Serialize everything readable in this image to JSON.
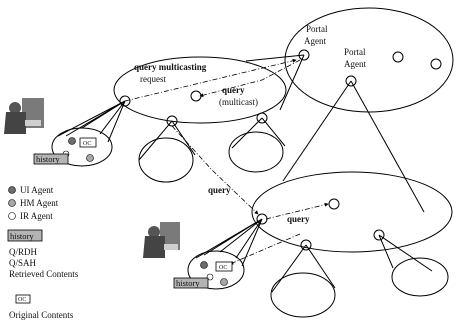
{
  "labels": {
    "portal_agent_1": "Portal",
    "portal_agent_1b": "Agent",
    "portal_agent_2": "Portal",
    "portal_agent_2b": "Agent",
    "query_multicasting": "query multicasting",
    "request": "request",
    "query_multicast": "query",
    "multicast": "(multicast)",
    "query_left": "query",
    "query_lower": "query",
    "oc_box_top": "OC",
    "oc_box_bottom": "OC",
    "history_top": "history",
    "history_bottom": "history"
  },
  "legend": {
    "ui_agent": "UI Agent",
    "hm_agent": "HM Agent",
    "ir_agent": "IR Agent",
    "history_box": "history",
    "q_rdh": "Q/RDH",
    "q_sah": "Q/SAH",
    "retrieved_contents": "Retrieved Contents",
    "oc_box": "OC",
    "original_contents": "Original Contents"
  },
  "colors": {
    "ui_agent": "#6e6e6e",
    "hm_agent": "#a8a8a8",
    "ir_agent": "#ffffff",
    "history_fill": "#b4b4b4"
  }
}
